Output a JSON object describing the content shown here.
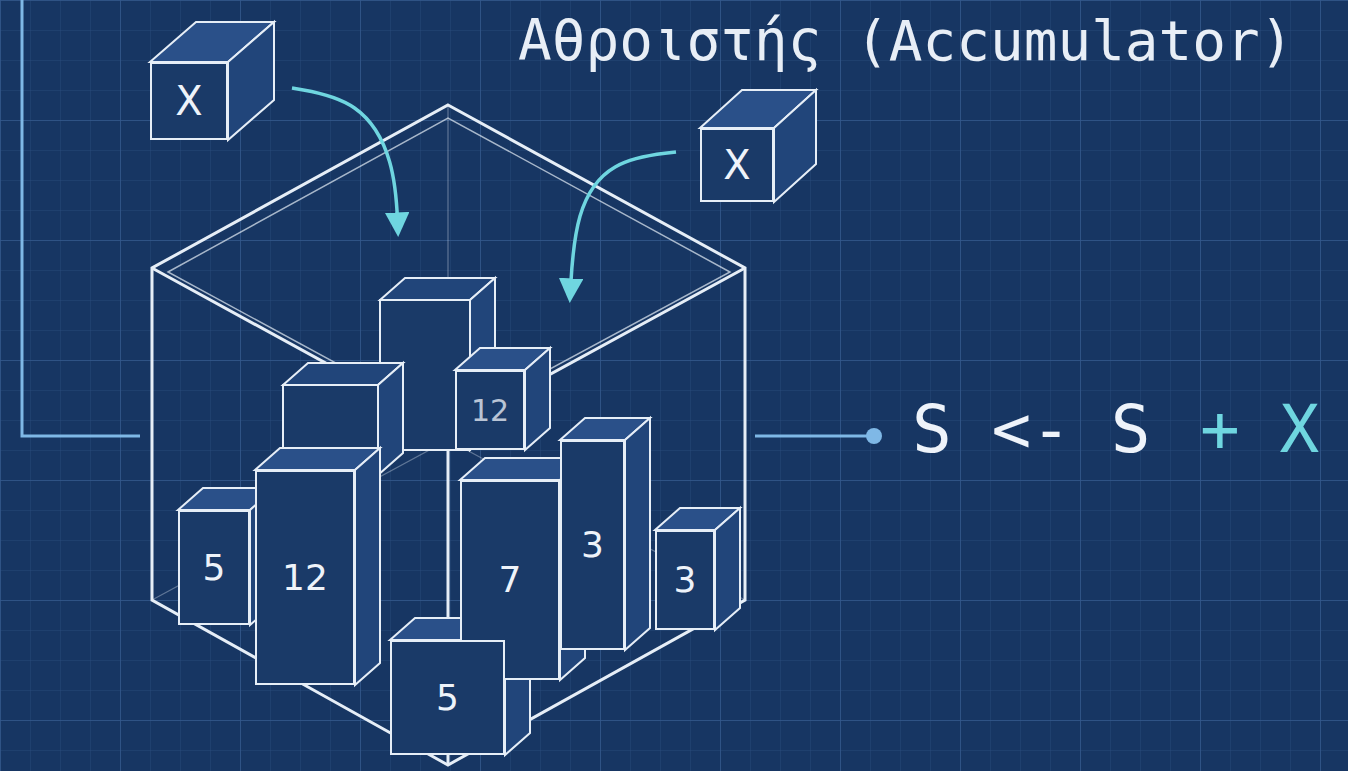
{
  "diagram": {
    "title": "Αθροιστής (Accumulator)",
    "nodes": [
      {
        "text": [
          "X"
        ]
      },
      {
        "text": [
          "X"
        ]
      },
      {
        "text": [
          "12"
        ]
      },
      {
        "text": [
          "5"
        ]
      },
      {
        "text": [
          "12"
        ]
      },
      {
        "text": [
          "3"
        ]
      },
      {
        "text": [
          "3"
        ]
      },
      {
        "text": [
          "7"
        ]
      },
      {
        "text": [
          "5"
        ]
      }
    ],
    "labels": [
      "S <- S",
      "+ X"
    ]
  }
}
